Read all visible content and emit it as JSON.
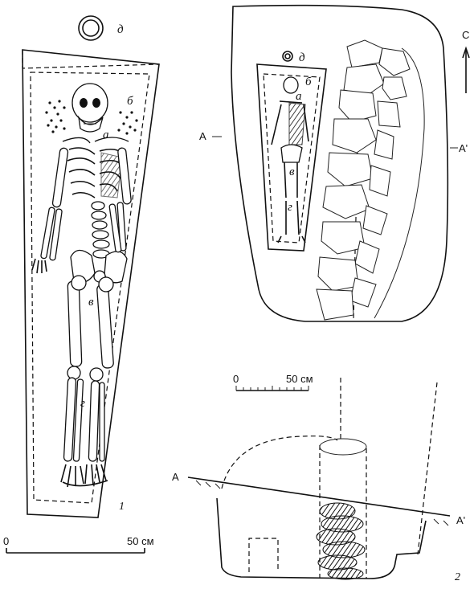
{
  "figure1": {
    "label_d": "д",
    "label_b": "б",
    "label_a": "а",
    "label_v": "в",
    "label_g": "г",
    "fig_number": "1",
    "scale": {
      "start": "0",
      "end": "50 см"
    }
  },
  "figure_plan": {
    "label_d": "д",
    "label_b": "б",
    "label_a": "а",
    "label_v": "в",
    "label_g": "г",
    "section_start": "A",
    "section_end": "A'",
    "north": "С"
  },
  "figure2": {
    "scale": {
      "start": "0",
      "end": "50 см"
    },
    "section_start": "A",
    "section_end": "A'",
    "fig_number": "2"
  }
}
